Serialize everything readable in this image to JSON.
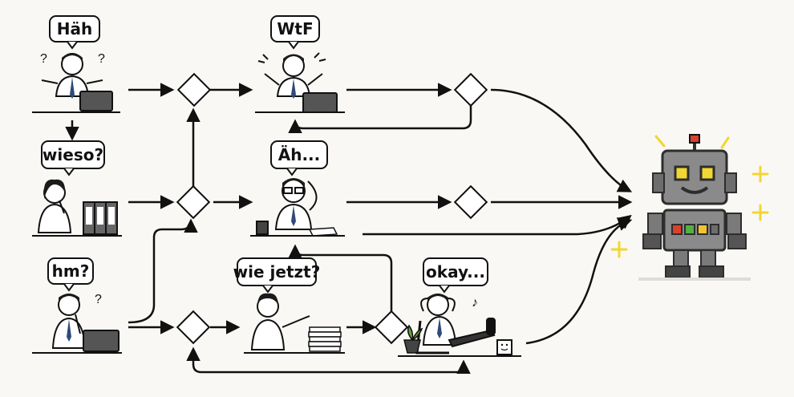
{
  "people": [
    {
      "id": "p1",
      "speech": "Häh"
    },
    {
      "id": "p2",
      "speech": "WtF"
    },
    {
      "id": "p3",
      "speech": "wieso?"
    },
    {
      "id": "p4",
      "speech": "Äh..."
    },
    {
      "id": "p5",
      "speech": "hm?"
    },
    {
      "id": "p6",
      "speech": "wie jetzt?"
    },
    {
      "id": "p7",
      "speech": "okay..."
    }
  ],
  "robot": {
    "description_icon": "robot-icon"
  },
  "colors": {
    "ink": "#111111",
    "shirt": "#ffffff",
    "tie": "#2f4a7a",
    "hair": "#1b1b1b",
    "robot_body": "#8a8a8a",
    "robot_eye": "#f2d633",
    "sparkle": "#f2d633",
    "led_red": "#d9412b",
    "led_green": "#53b043",
    "led_yellow": "#f2c230"
  }
}
